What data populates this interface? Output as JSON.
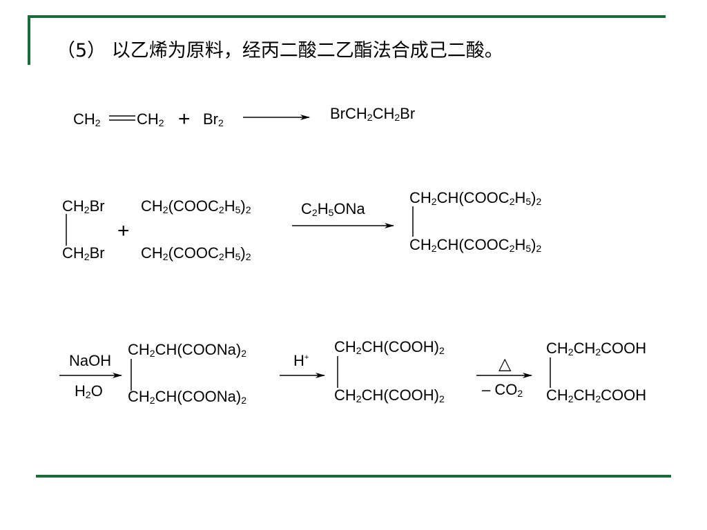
{
  "title": "（5） 以乙烯为原料，经丙二酸二乙酯法合成己二酸。",
  "step1": {
    "ethylene_left": "CH₂",
    "ethylene_right": "CH₂",
    "plus": "+",
    "reagent": "Br₂",
    "product": "BrCH₂CH₂Br"
  },
  "step2": {
    "dibromide_top": "CH₂Br",
    "dibromide_bottom": "CH₂Br",
    "plus": "+",
    "malonate_top": "CH₂(COOC₂H₅)₂",
    "malonate_bottom": "CH₂(COOC₂H₅)₂",
    "condition": "C₂H₅ONa",
    "product_top": "CH₂CH(COOC₂H₅)₂",
    "product_bottom": "CH₂CH(COOC₂H₅)₂"
  },
  "step3": {
    "condition_above": "NaOH",
    "condition_below": "H₂O",
    "salt_top": "CH₂CH(COONa)₂",
    "salt_bottom": "CH₂CH(COONa)₂",
    "acid_condition": "H⁺",
    "acid_top": "CH₂CH(COOH)₂",
    "acid_bottom": "CH₂CH(COOH)₂",
    "heat_symbol": "△",
    "decarboxylation": "– CO₂",
    "final_top": "CH₂CH₂COOH",
    "final_bottom": "CH₂CH₂COOH"
  },
  "colors": {
    "frame": "#1a6b3a"
  }
}
